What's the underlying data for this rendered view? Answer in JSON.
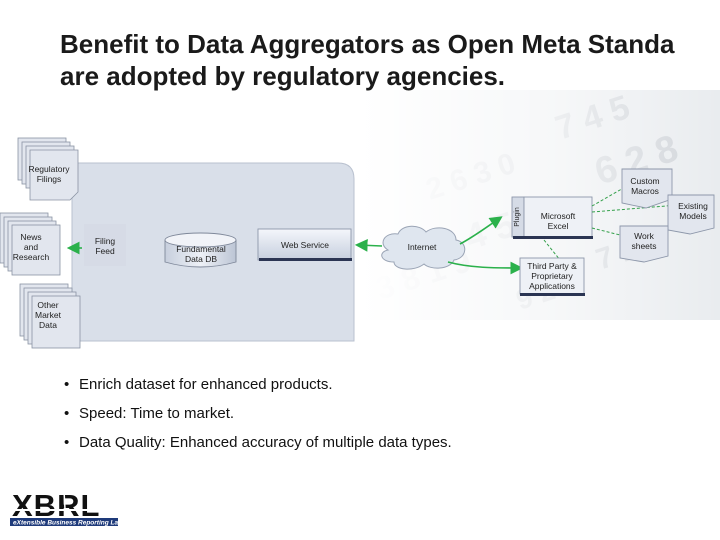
{
  "title": {
    "line1": "Benefit to Data Aggregators as Open Meta Standa",
    "line2": "are adopted by regulatory agencies."
  },
  "diagram": {
    "sources": {
      "regulatory_filings": [
        "Regulatory",
        "Filings"
      ],
      "news_research": [
        "News",
        "and",
        "Research"
      ],
      "other_market_data": [
        "Other",
        "Market",
        "Data"
      ]
    },
    "filing_feed": [
      "Filing",
      "Feed"
    ],
    "fundamental_db": [
      "Fundamental",
      "Data DB"
    ],
    "web_service": "Web Service",
    "internet": "Internet",
    "plugin": "Plugin",
    "excel": [
      "Microsoft",
      "Excel"
    ],
    "custom_macros": [
      "Custom",
      "Macros"
    ],
    "existing_models": [
      "Existing",
      "Models"
    ],
    "work_sheets": [
      "Work",
      "sheets"
    ],
    "third_party": [
      "Third Party &",
      "Proprietary",
      "Applications"
    ]
  },
  "bullets": [
    "Enrich dataset for enhanced products.",
    "Speed: Time to market.",
    "Data Quality: Enhanced accuracy of multiple data types."
  ],
  "logo": {
    "text": "XBRL",
    "tagline": "eXtensible Business Reporting Language"
  },
  "colors": {
    "platform_fill": "#d9dfe9",
    "doc_fill": "#e2e6ee",
    "cloud_fill": "#dfe6ef",
    "arrow_green": "#2bb14b",
    "dashed_green": "#33a04a",
    "title_text": "#1a1a1a"
  }
}
